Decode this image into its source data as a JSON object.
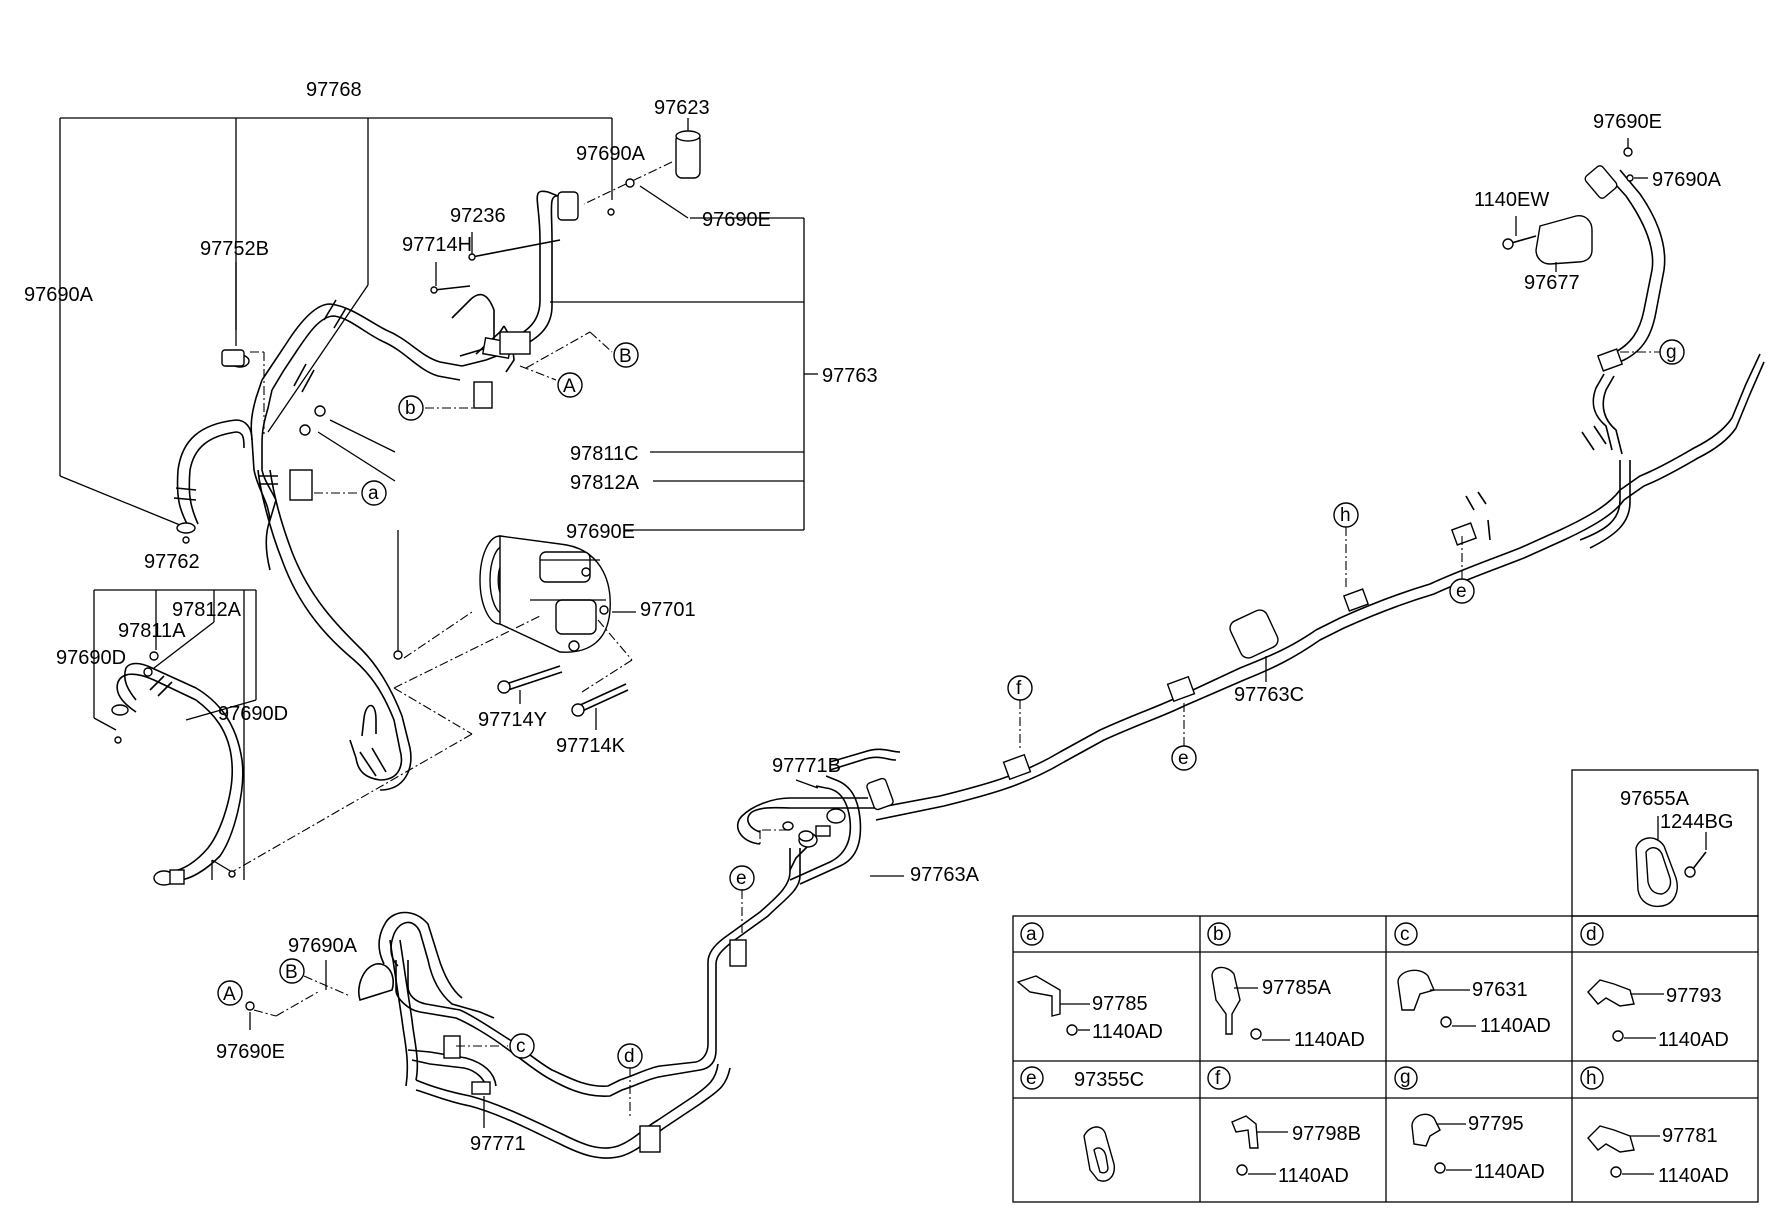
{
  "labels": {
    "p97768": "97768",
    "p97623": "97623",
    "p97690A_top": "97690A",
    "p97236": "97236",
    "p97690E_top": "97690E",
    "p97714H": "97714H",
    "p97752B": "97752B",
    "p97690A_left": "97690A",
    "p97763": "97763",
    "p97811C": "97811C",
    "p97812A_mid": "97812A",
    "p97690E_mid": "97690E",
    "p97701": "97701",
    "p97762": "97762",
    "p97812A_left": "97812A",
    "p97811A": "97811A",
    "p97690D_a": "97690D",
    "p97690D_b": "97690D",
    "p97714Y": "97714Y",
    "p97714K": "97714K",
    "p97771B": "97771B",
    "p97763A": "97763A",
    "p97690A_bot": "97690A",
    "p97690E_bot": "97690E",
    "p97771": "97771",
    "p97763C": "97763C",
    "p97690E_rt": "97690E",
    "p97690A_rt": "97690A",
    "p1140EW": "1140EW",
    "p97677": "97677",
    "p97655A": "97655A",
    "p1244BG": "1244BG"
  },
  "callouts": {
    "A": "A",
    "B": "B",
    "a": "a",
    "b": "b",
    "c": "c",
    "d": "d",
    "e": "e",
    "f": "f",
    "g": "g",
    "h": "h"
  },
  "legend": {
    "cells": [
      {
        "key": "a",
        "part": "97785",
        "bolt": "1140AD"
      },
      {
        "key": "b",
        "part": "97785A",
        "bolt": "1140AD"
      },
      {
        "key": "c",
        "part": "97631",
        "bolt": "1140AD"
      },
      {
        "key": "d",
        "part": "97793",
        "bolt": "1140AD"
      },
      {
        "key": "e",
        "part": "97355C",
        "bolt": ""
      },
      {
        "key": "f",
        "part": "97798B",
        "bolt": "1140AD"
      },
      {
        "key": "g",
        "part": "97795",
        "bolt": "1140AD"
      },
      {
        "key": "h",
        "part": "97781",
        "bolt": "1140AD"
      }
    ]
  }
}
